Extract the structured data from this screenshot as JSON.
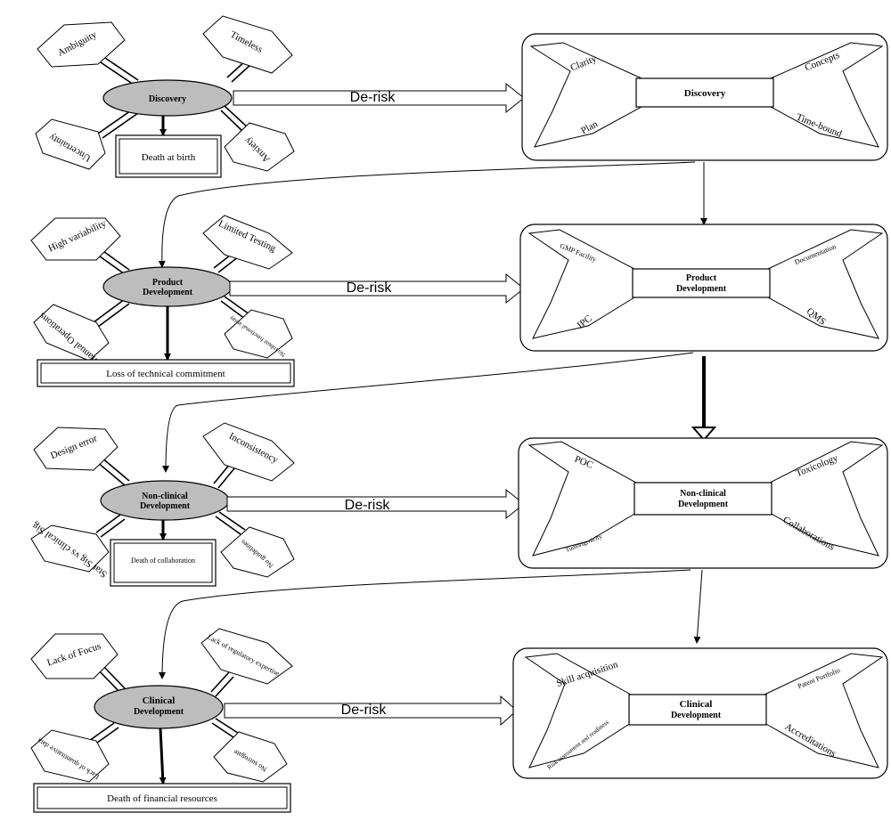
{
  "arrow_label": "De-risk",
  "stages": [
    {
      "title": "Discovery",
      "title_lines": [
        "Discovery"
      ],
      "risks": [
        "Ambiguity",
        "Timeless",
        "Uncertainty",
        "Anxiety"
      ],
      "outcome": "Death at birth",
      "box_title": [
        "Discovery"
      ],
      "mitigations": [
        "Clarity",
        "Concepts",
        "Plan",
        "Time-bound"
      ]
    },
    {
      "title": "Product Development",
      "title_lines": [
        "Product",
        "Development"
      ],
      "risks": [
        "High variability",
        "Limited Testing",
        "Manual Operations",
        "No robust functional assay"
      ],
      "outcome": "Loss of technical commitment",
      "box_title": [
        "Product",
        "Development"
      ],
      "mitigations": [
        "GMP Facility",
        "Documentation",
        "IPC",
        "QMS"
      ]
    },
    {
      "title": "Non-clinical Development",
      "title_lines": [
        "Non-clinical",
        "Development"
      ],
      "risks": [
        "Design error",
        "Inconsistency",
        "Stat Sig vs clinical Sig",
        "No guidelines"
      ],
      "outcome": "Death of collaboration",
      "box_title": [
        "Non-clinical",
        "Development"
      ],
      "mitigations": [
        "POC",
        "Toxicology",
        "Tumorigenicity",
        "Collaborations"
      ]
    },
    {
      "title": "Clinical Development",
      "title_lines": [
        "Clinical",
        "Development"
      ],
      "risks": [
        "Lack of Focus",
        "Lack of regulatory expertise",
        "Lack of quantitative data",
        "No surrogate"
      ],
      "outcome": "Death of financial resources",
      "box_title": [
        "Clinical",
        "Development"
      ],
      "mitigations": [
        "Skill acquisition",
        "Patent Portfolio",
        "Risk assessment and readiness",
        "Accreditations"
      ]
    }
  ]
}
